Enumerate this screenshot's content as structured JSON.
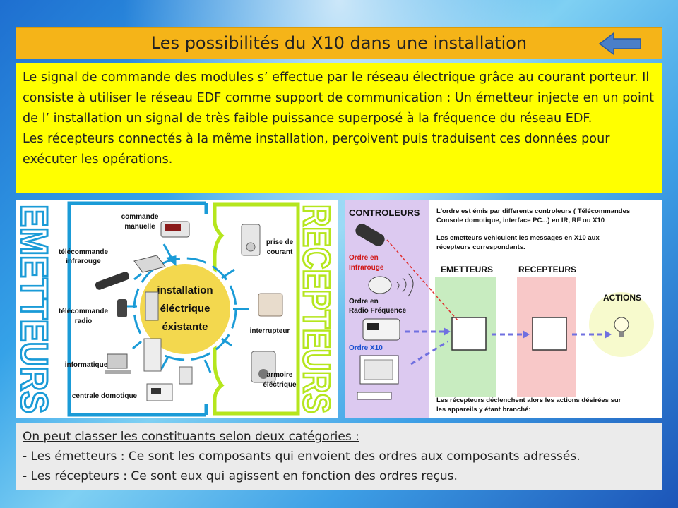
{
  "title": "Les possibilités du X10 dans une installation",
  "intro": {
    "paragraph1": "Le signal de commande des modules s’ effectue par le réseau électrique grâce au courant porteur. Il consiste à utiliser le réseau EDF comme support de communication : Un émetteur injecte en un point de l’ installation un signal de très faible puissance superposé à la fréquence du réseau EDF.",
    "paragraph2": "Les récepteurs connectés à la même installation, perçoivent puis traduisent ces données pour exécuter les opérations."
  },
  "left_diagram": {
    "side_left": "EMETTEURS",
    "side_right": "RECEPTEURS",
    "center": [
      "installation",
      "éléctrique",
      "éxistante"
    ],
    "emitters": {
      "manual": [
        "commande",
        "manuelle"
      ],
      "infrared": [
        "télécommande",
        "infrarouge"
      ],
      "radio": [
        "télécommande",
        "radio"
      ],
      "computer": "informatique",
      "central": "centrale domotique"
    },
    "receivers": {
      "socket": [
        "prise de",
        "courant"
      ],
      "switch": "interrupteur",
      "cabinet": [
        "armoire",
        "éléctrique"
      ]
    }
  },
  "right_diagram": {
    "controllers": "CONTROLEURS",
    "description1": [
      "L'ordre est émis par differents controleurs ( Télécommandes",
      "Console domotique, interface PC...) en IR, RF ou X10"
    ],
    "description2": [
      "Les emetteurs vehiculent les messages en X10 aux",
      "récepteurs  correspondants."
    ],
    "order_ir": [
      "Ordre en",
      "Infrarouge"
    ],
    "order_rf": [
      "Ordre en",
      "Radio Fréquence"
    ],
    "order_x10": "Ordre X10",
    "emitters": "EMETTEURS",
    "receivers": "RECEPTEURS",
    "actions": "ACTIONS",
    "footer": [
      "Les récepteurs déclenchent alors les actions désirées sur",
      "les appareils y étant branché:"
    ]
  },
  "bottom": {
    "line1": "On peut classer les constituants selon deux catégories :",
    "line2": "- Les émetteurs : Ce sont les composants qui envoient des ordres aux composants adressés.",
    "line3": "- Les récepteurs : Ce sont eux qui agissent en fonction des ordres reçus."
  },
  "colors": {
    "title_bg": "#f5b418",
    "intro_bg": "#ffff00",
    "emitter_blue": "#1a9bd7",
    "receiver_green": "#b5e61d",
    "controller_purple": "#dcc9f0",
    "emitter_green": "#c8ecc0",
    "receiver_pink": "#f8c8c8"
  }
}
